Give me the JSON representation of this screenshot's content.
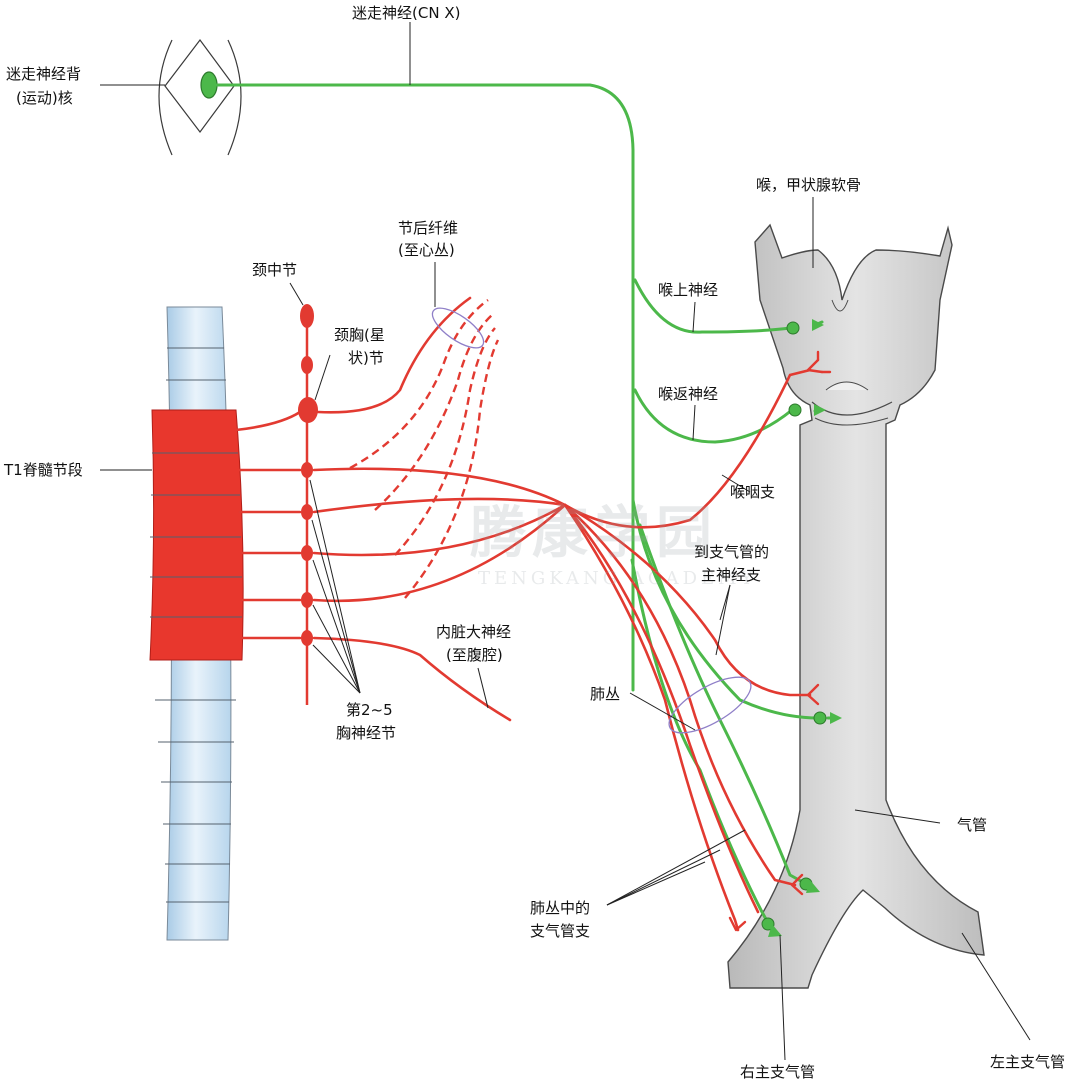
{
  "labels": {
    "vagus_nerve": "迷走神经(CN X)",
    "dorsal_nucleus_line1": "迷走神经背",
    "dorsal_nucleus_line2": "(运动)核",
    "larynx_thyroid": "喉，甲状腺软骨",
    "postganglionic_line1": "节后纤维",
    "postganglionic_line2": "(至心丛)",
    "middle_cervical": "颈中节",
    "cervicothoracic_line1": "颈胸(星",
    "cervicothoracic_line2": "状)节",
    "superior_laryngeal": "喉上神经",
    "recurrent_laryngeal": "喉返神经",
    "t1_segment": "T1脊髓节段",
    "pharyngeal_branch": "喉咽支",
    "main_bronchial_line1": "到支气管的",
    "main_bronchial_line2": "主神经支",
    "splanchnic_line1": "内脏大神经",
    "splanchnic_line2": "(至腹腔)",
    "pulmonary_plexus": "肺丛",
    "thoracic_ganglia_line1": "第2~5",
    "thoracic_ganglia_line2": "胸神经节",
    "trachea": "气管",
    "plexus_bronchial_line1": "肺丛中的",
    "plexus_bronchial_line2": "支气管支",
    "right_main_bronchus": "右主支气管",
    "left_main_bronchus": "左主支气管"
  },
  "watermark": {
    "cn": "腾康学园",
    "en": "TENGKANG ACADEMY"
  },
  "colors": {
    "parasympathetic": "#4cb84a",
    "sympathetic": "#e23a31",
    "spinal_segment": "#e8372d",
    "spinal_cord": "#c6def0",
    "trachea_fill": "#d0d0d0",
    "outline": "#3a3a3a",
    "plexus_ring": "#8f7fc8"
  }
}
